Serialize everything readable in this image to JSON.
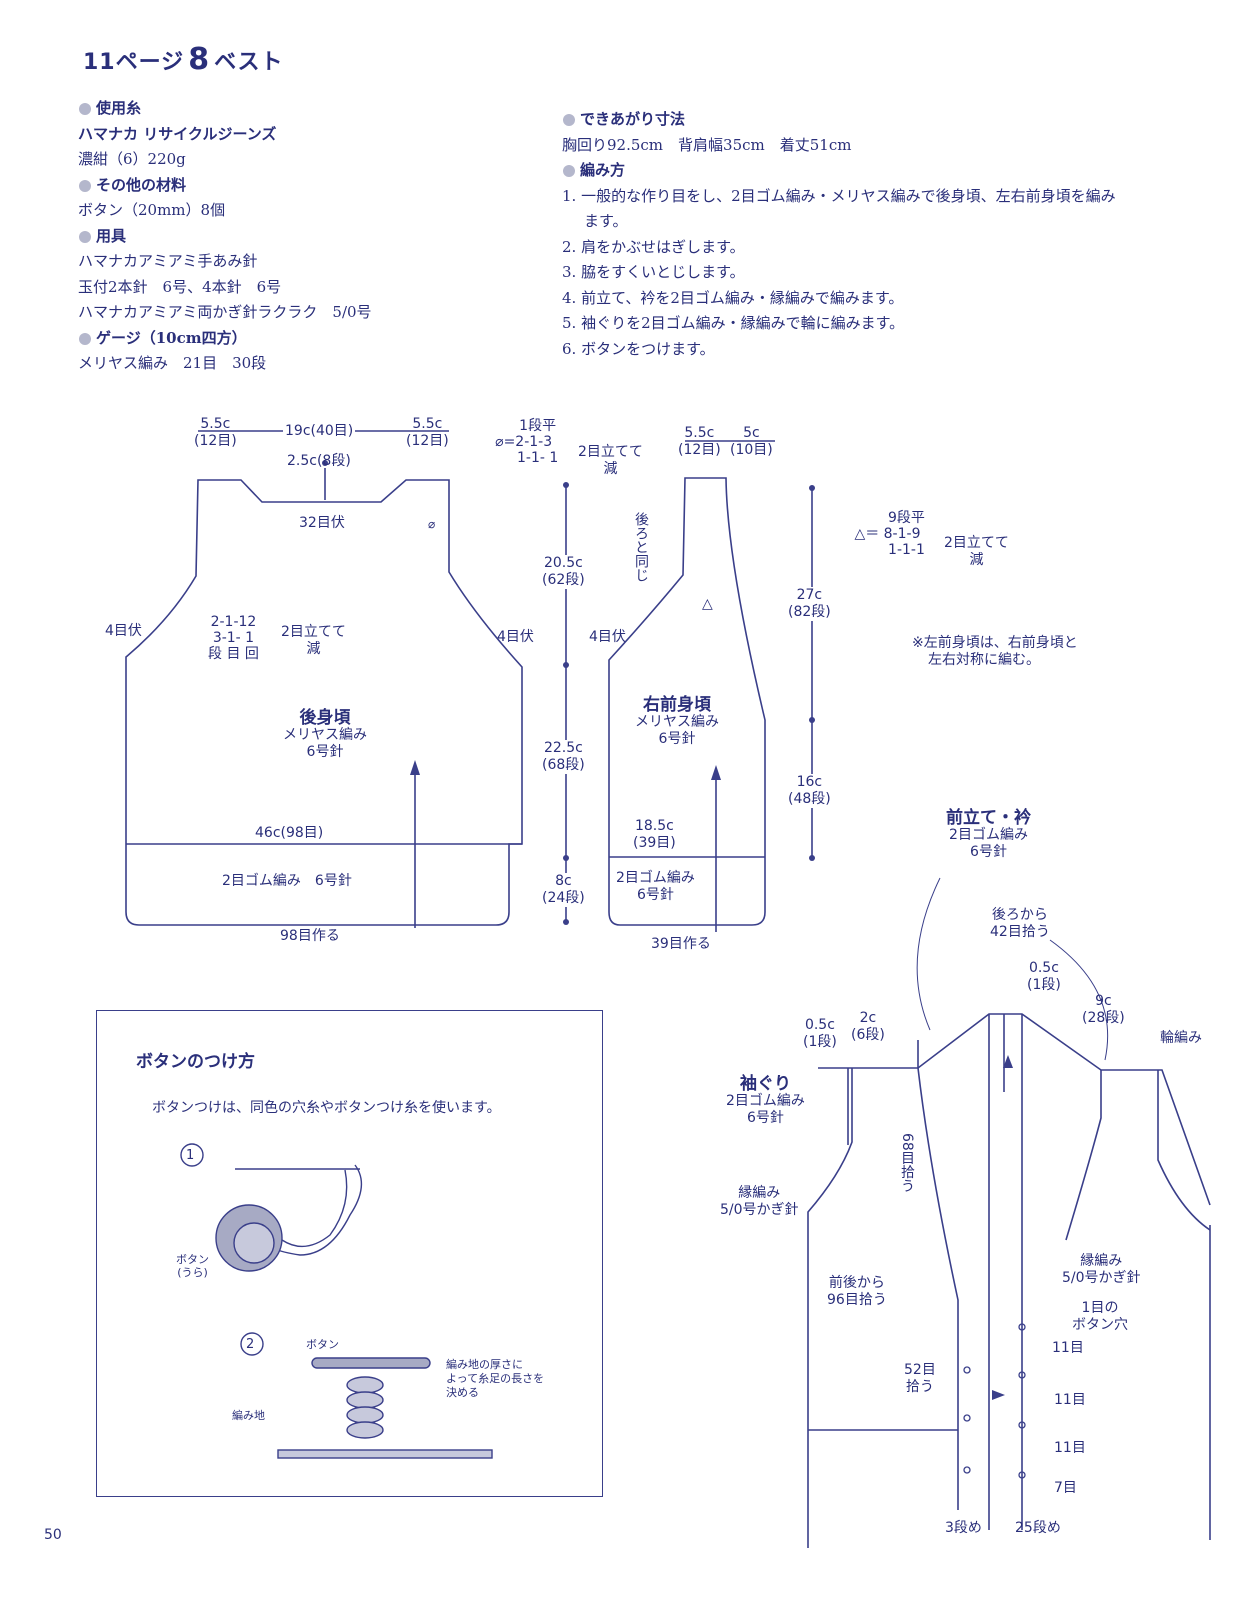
{
  "page": {
    "title_prefix": "11ページ",
    "title_num": "8",
    "title_suffix": "ベスト",
    "page_number": "50"
  },
  "materials": {
    "yarn_heading": "使用糸",
    "yarn_name": "ハマナカ リサイクルジーンズ",
    "yarn_amount": "濃紺（6）220g",
    "other_heading": "その他の材料",
    "other_value": "ボタン（20mm）8個",
    "tools_heading": "用具",
    "tools": [
      "ハマナカアミアミ手あみ針",
      "玉付2本針　6号、4本針　6号",
      "ハマナカアミアミ両かぎ針ラクラク　5/0号"
    ],
    "gauge_heading": "ゲージ（10cm四方）",
    "gauge_value": "メリヤス編み　21目　30段"
  },
  "finished": {
    "heading": "できあがり寸法",
    "value": "胸回り92.5cm　背肩幅35cm　着丈51cm"
  },
  "method": {
    "heading": "編み方",
    "steps": [
      "1. 一般的な作り目をし、2目ゴム編み・メリヤス編みで後身頃、左右前身頃を編み",
      "ます。",
      "2. 肩をかぶせはぎします。",
      "3. 脇をすくいとじします。",
      "4. 前立て、衿を2目ゴム編み・縁編みで編みます。",
      "5. 袖ぐりを2目ゴム編み・縁編みで輪に編みます。",
      "6. ボタンをつけます。"
    ]
  },
  "back": {
    "w_left": "5.5c",
    "w_left_st": "(12目)",
    "w_mid": "19c(40目)",
    "w_right": "5.5c",
    "w_right_st": "(12目)",
    "neck_depth": "2.5c(8段)",
    "neck_bind": "32目伏",
    "dec_marker": "⌀",
    "dec_row1": "2-1-12",
    "dec_row2": "3-1- 1",
    "dec_row3": "段 目 回",
    "dec_note1": "2目立てて",
    "dec_note2": "減",
    "armhole_left": "4目伏",
    "armhole_right": "4目伏",
    "name": "後身頃",
    "stitch": "メリヤス編み",
    "needle": "6号針",
    "width": "46c(98目)",
    "rib": "2目ゴム編み　6号針",
    "cast_on": "98目作る"
  },
  "mid_dims": {
    "flat": "1段平",
    "row1": "⌀=2-1-3",
    "row2": "1-1- 1",
    "note1": "2目立てて",
    "note2": "減",
    "armhole_len": "20.5c",
    "armhole_rows": "(62段)",
    "body_len": "22.5c",
    "body_rows": "(68段)",
    "rib_len": "8c",
    "rib_rows": "(24段)"
  },
  "front": {
    "w_shoulder": "5.5c",
    "w_shoulder_st": "(12目)",
    "w_band": "5c",
    "w_band_st": "(10目)",
    "same_as_back": "後ろと同じ",
    "armhole": "4目伏",
    "triangle": "△",
    "name": "右前身頃",
    "stitch": "メリヤス編み",
    "needle": "6号針",
    "width": "18.5c",
    "width_st": "(39目)",
    "rib1": "2目ゴム編み",
    "rib2": "6号針",
    "cast_on": "39目作る",
    "neck_len": "27c",
    "neck_rows": "(82段)",
    "lower_len": "16c",
    "lower_rows": "(48段)"
  },
  "tri_note": {
    "flat": "9段平",
    "row1": "△＝ 8-1-9",
    "row2": "1-1-1",
    "note1": "2目立てて",
    "note2": "減"
  },
  "left_note": {
    "line1": "※左前身頃は、右前身頃と",
    "line2": "左右対称に編む。"
  },
  "button_box": {
    "title": "ボタンのつけ方",
    "desc": "ボタンつけは、同色の穴糸やボタンつけ糸を使います。",
    "step1": "1",
    "button_back1": "ボタン",
    "button_back2": "(うら)",
    "step2": "2",
    "button": "ボタン",
    "fabric": "編み地",
    "shank1": "編み地の厚さに",
    "shank2": "よって糸足の長さを",
    "shank3": "決める"
  },
  "assembly": {
    "band_title": "前立て・衿",
    "band_st": "2目ゴム編み",
    "band_needle": "6号針",
    "pick_back1": "後ろから",
    "pick_back2": "42目拾う",
    "d05a": "0.5c",
    "d05a_r": "(1段)",
    "d9": "9c",
    "d9_r": "(28段)",
    "round": "輪編み",
    "d05b": "0.5c",
    "d05b_r": "(1段)",
    "d2": "2c",
    "d2_r": "(6段)",
    "armhole_title": "袖ぐり",
    "armhole_st": "2目ゴム編み",
    "armhole_needle": "6号針",
    "pick68": "68目拾う",
    "edge_left1": "縁編み",
    "edge_left2": "5/0号かぎ針",
    "pick96a": "前後から",
    "pick96b": "96目拾う",
    "edge_right1": "縁編み",
    "edge_right2": "5/0号かぎ針",
    "bh1a": "1目の",
    "bh1b": "ボタン穴",
    "s1": "11目",
    "s2": "11目",
    "s3": "11目",
    "s4": "7目",
    "pick52a": "52目",
    "pick52b": "拾う",
    "rows3": "3段め",
    "rows25": "25段め"
  }
}
